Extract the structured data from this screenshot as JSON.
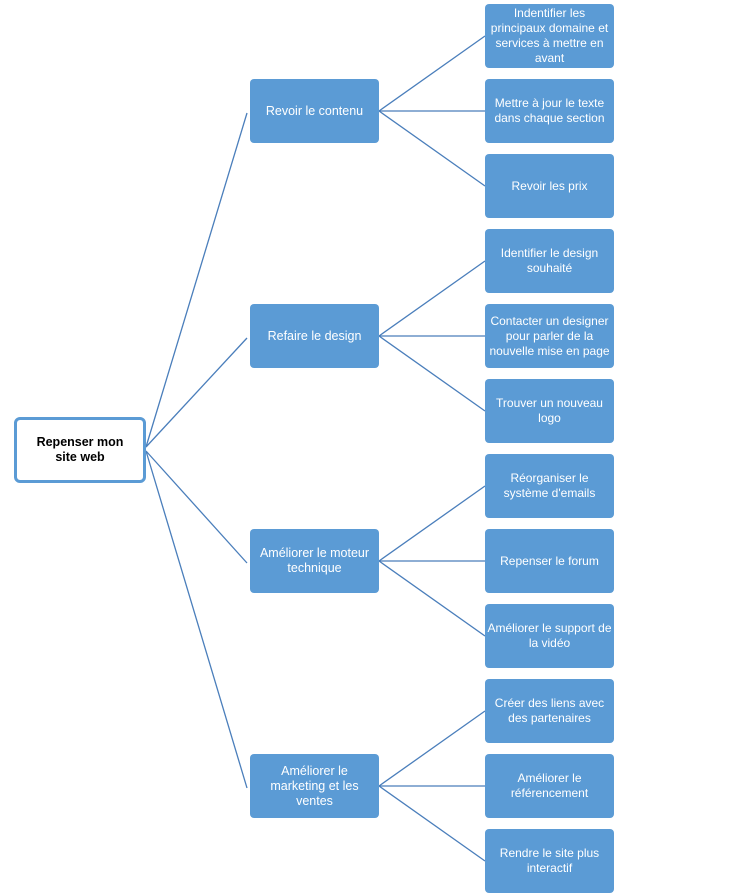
{
  "root": "Repenser mon site web",
  "branches": [
    {
      "label": "Revoir le contenu",
      "children": [
        "Indentifier les principaux domaine et services à mettre en avant",
        "Mettre à jour le texte dans chaque section",
        "Revoir les prix"
      ]
    },
    {
      "label": "Refaire le design",
      "children": [
        "Identifier le design souhaité",
        "Contacter un designer pour parler de la nouvelle mise en page",
        "Trouver un nouveau logo"
      ]
    },
    {
      "label": "Améliorer le moteur technique",
      "children": [
        "Réorganiser le système d'emails",
        "Repenser le forum",
        "Améliorer le support de la vidéo"
      ]
    },
    {
      "label": "Améliorer le marketing et les ventes",
      "children": [
        "Créer des liens avec des partenaires",
        "Améliorer le référencement",
        "Rendre le site plus interactif"
      ]
    }
  ],
  "colors": {
    "box_fill": "#5b9bd5",
    "root_border": "#5b9bd5",
    "connector": "#4a7ebb",
    "box_text": "#ffffff",
    "root_text": "#000000"
  }
}
